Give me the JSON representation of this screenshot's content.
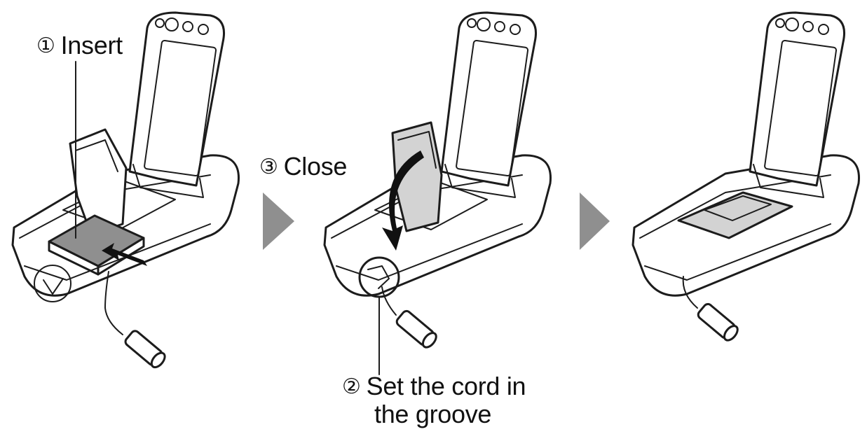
{
  "steps": [
    {
      "number": "①",
      "text": "Insert"
    },
    {
      "number": "②",
      "text_line1": "Set the cord in",
      "text_line2": "the groove"
    },
    {
      "number": "③",
      "text": "Close"
    }
  ],
  "colors": {
    "arrow": "#8f8f8f",
    "ink": "#1c1c1c",
    "card": "#8f8f8f",
    "cover": "#d3d3d3"
  }
}
